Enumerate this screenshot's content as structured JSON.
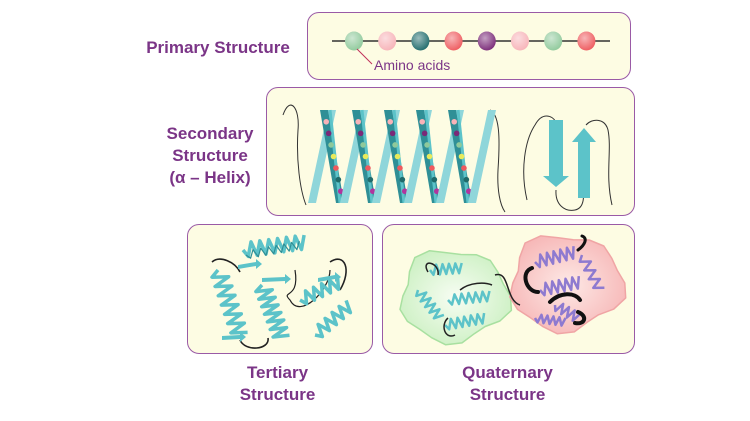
{
  "labels": {
    "primary": "Primary Structure",
    "secondary_line1": "Secondary",
    "secondary_line2": "Structure",
    "secondary_line3": "(α – Helix)",
    "tertiary_line1": "Tertiary",
    "tertiary_line2": "Structure",
    "quaternary_line1": "Quaternary",
    "quaternary_line2": "Structure"
  },
  "primary": {
    "annotation": "Amino acids",
    "amino_acid_colors": [
      "#8fc99b",
      "#f7b3b8",
      "#1f6b6b",
      "#ee5a5e",
      "#7a2a78",
      "#f7b3b8",
      "#8fc99b",
      "#ee5a5e"
    ]
  },
  "secondary": {
    "helix_turns": 5,
    "helix_bead_colors": [
      "#f7b3b8",
      "#7a2a78",
      "#8fc99b",
      "#e8ea5a",
      "#ee5a5e",
      "#1f6b6b",
      "#b0359e"
    ],
    "beta_strands": 2
  },
  "colors": {
    "label": "#7b3587",
    "panel_bg": "#fdfce3",
    "panel_border": "#9a5aa6",
    "ribbon": "#5cc3c9",
    "ribbon_dark": "#2f8f96",
    "subunit_green": "#dff5d6",
    "subunit_pink": "#f8c8c8",
    "purple_helix": "#8e7ad0"
  }
}
